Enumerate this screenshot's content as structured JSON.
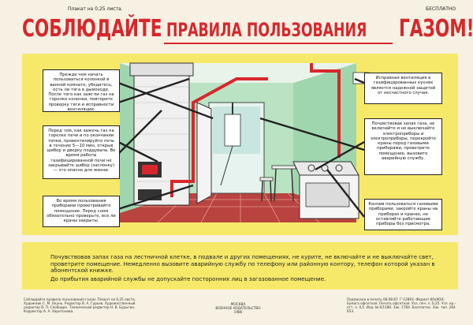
{
  "header": {
    "price_note": "Плакат на 0,25 листа.",
    "free_label": "БЕСПЛАТНО"
  },
  "title": {
    "word1": "СОБЛЮДАЙТЕ",
    "word2": "ПРАВИЛА ПОЛЬЗОВАНИЯ",
    "word3": "ГАЗОМ!"
  },
  "notes": {
    "left_top": "Прежде чем начать пользоваться колонкой в ванной комнате, убедитесь, есть ли тяга в дымоходе. После того как зажгли газ на горелке колонки, повторите проверку тяги и исправности вентиляции.",
    "left_mid": "Перед тем, как зажечь газ на горелке печи и по окончании топки, провентилируйте печь в течение 5—10 мин, открыв шибер и дверку поддувала. Во время работы газифицированной печи не закрывайте шибер (заслонку) — это опасно для жизни.",
    "left_bottom": "Во время пользования приборами проветривайте помещение. Перед сном обязательно проверьте, все ли краны закрыты.",
    "right_top": "Исправная вентиляция в газифицированных кухнях является надежной защитой от несчастного случая.",
    "right_mid": "Почувствовав запах газа, не включайте и не выключайте электроприборы и электроприборы, перекройте краны перед газовыми приборами, проветрите помещение, вызовите аварийную службу.",
    "right_bottom": "Кончив пользоваться газовыми приборами, закройте краны на приборах и кранах, не оставляйте работающие приборы без присмотра."
  },
  "bottom_text": {
    "line1": "Почувствовав запах газа на лестничной клетке, в подвале и других помещениях, не курите, не включайте и не выключайте свет,",
    "line2": "проветрите помещение. Немедленно вызовите аварийную службу по телефону или районную контору, телефон которой указан в абонентской книжке.",
    "line3": "До прибытия аварийной службы не допускайте посторонних лиц в загазованное помещение."
  },
  "footer": {
    "left": "Соблюдайте правила пользования газом. Плакат на 0,25 листа. Художник С. М. Окунь. Редактор В. А. Гурьев. Художественный редактор В. П. Слободин. Технический редактор Н. В. Бурыгин. Корректор А. А. Харитонова.",
    "center1": "МОСКВА",
    "center2": "ВОЕННОЕ ИЗДАТЕЛЬСТВО",
    "center3": "1986",
    "right": "Подписано в печать 08.08.87. Г-12893. Формат 60х90/4. Бумага офсетная. Печать офсетная. Усл. печ. л. 0,25. Усл. кр.-отт. л. 0,5. Изд. № 6/1186. Зак. 1784. Бесплатно. Зак. тип. 264 653."
  },
  "colors": {
    "red": "#d8272c",
    "yellow": "#f6e96a",
    "green_wall": "#9fd6ae"
  }
}
